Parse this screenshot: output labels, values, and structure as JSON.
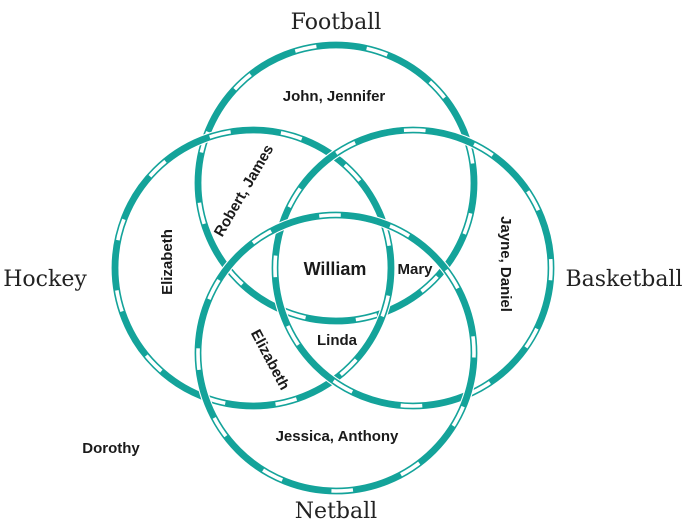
{
  "sets": {
    "football": "Football",
    "hockey": "Hockey",
    "basketball": "Basketball",
    "netball": "Netball"
  },
  "regions": {
    "football_only": "John, Jennifer",
    "football_hockey": "Robert, James",
    "hockey_only": "Elizabeth",
    "all_four": "William",
    "football_basketball_netball": "Mary",
    "basketball_only": "Jayne, Daniel",
    "hockey_netball": "Elizabeth",
    "hockey_basketball_netball": "Linda",
    "netball_only": "Jessica, Anthony",
    "outside": "Dorothy"
  },
  "colors": {
    "ring": "#14a39a",
    "label": "#222222",
    "text": "#1a1a1a",
    "background": "#ffffff"
  }
}
